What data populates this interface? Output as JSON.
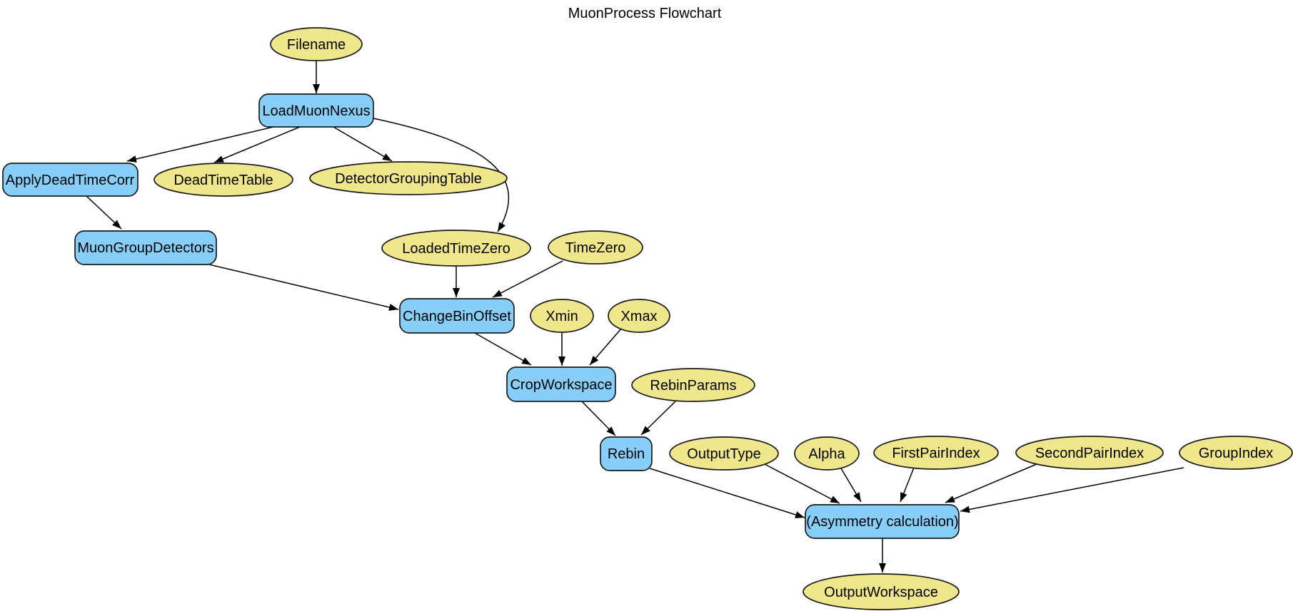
{
  "title": "MuonProcess Flowchart",
  "colors": {
    "background": "#FFFFFF",
    "process_fill": "#87CEFA",
    "parameter_fill": "#F0E68C",
    "node_stroke": "#1A1A1A",
    "edge_stroke": "#000000",
    "text": "#000000"
  },
  "nodes": {
    "filename": {
      "label": "Filename",
      "type": "parameter"
    },
    "load_muon_nexus": {
      "label": "LoadMuonNexus",
      "type": "process"
    },
    "apply_dead_time_corr": {
      "label": "ApplyDeadTimeCorr",
      "type": "process"
    },
    "dead_time_table": {
      "label": "DeadTimeTable",
      "type": "parameter"
    },
    "detector_grouping_table": {
      "label": "DetectorGroupingTable",
      "type": "parameter"
    },
    "muon_group_detectors": {
      "label": "MuonGroupDetectors",
      "type": "process"
    },
    "loaded_time_zero": {
      "label": "LoadedTimeZero",
      "type": "parameter"
    },
    "time_zero": {
      "label": "TimeZero",
      "type": "parameter"
    },
    "change_bin_offset": {
      "label": "ChangeBinOffset",
      "type": "process"
    },
    "xmin": {
      "label": "Xmin",
      "type": "parameter"
    },
    "xmax": {
      "label": "Xmax",
      "type": "parameter"
    },
    "crop_workspace": {
      "label": "CropWorkspace",
      "type": "process"
    },
    "rebin_params": {
      "label": "RebinParams",
      "type": "parameter"
    },
    "rebin": {
      "label": "Rebin",
      "type": "process"
    },
    "output_type": {
      "label": "OutputType",
      "type": "parameter"
    },
    "alpha": {
      "label": "Alpha",
      "type": "parameter"
    },
    "first_pair_index": {
      "label": "FirstPairIndex",
      "type": "parameter"
    },
    "second_pair_index": {
      "label": "SecondPairIndex",
      "type": "parameter"
    },
    "group_index": {
      "label": "GroupIndex",
      "type": "parameter"
    },
    "asymmetry_calculation": {
      "label": "(Asymmetry calculation)",
      "type": "process"
    },
    "output_workspace": {
      "label": "OutputWorkspace",
      "type": "parameter"
    }
  },
  "edges": [
    {
      "from": "filename",
      "to": "load_muon_nexus"
    },
    {
      "from": "load_muon_nexus",
      "to": "apply_dead_time_corr"
    },
    {
      "from": "load_muon_nexus",
      "to": "dead_time_table"
    },
    {
      "from": "load_muon_nexus",
      "to": "detector_grouping_table"
    },
    {
      "from": "load_muon_nexus",
      "to": "loaded_time_zero"
    },
    {
      "from": "apply_dead_time_corr",
      "to": "muon_group_detectors"
    },
    {
      "from": "muon_group_detectors",
      "to": "change_bin_offset"
    },
    {
      "from": "loaded_time_zero",
      "to": "change_bin_offset"
    },
    {
      "from": "time_zero",
      "to": "change_bin_offset"
    },
    {
      "from": "change_bin_offset",
      "to": "crop_workspace"
    },
    {
      "from": "xmin",
      "to": "crop_workspace"
    },
    {
      "from": "xmax",
      "to": "crop_workspace"
    },
    {
      "from": "crop_workspace",
      "to": "rebin"
    },
    {
      "from": "rebin_params",
      "to": "rebin"
    },
    {
      "from": "rebin",
      "to": "asymmetry_calculation"
    },
    {
      "from": "output_type",
      "to": "asymmetry_calculation"
    },
    {
      "from": "alpha",
      "to": "asymmetry_calculation"
    },
    {
      "from": "first_pair_index",
      "to": "asymmetry_calculation"
    },
    {
      "from": "second_pair_index",
      "to": "asymmetry_calculation"
    },
    {
      "from": "group_index",
      "to": "asymmetry_calculation"
    },
    {
      "from": "asymmetry_calculation",
      "to": "output_workspace"
    }
  ]
}
